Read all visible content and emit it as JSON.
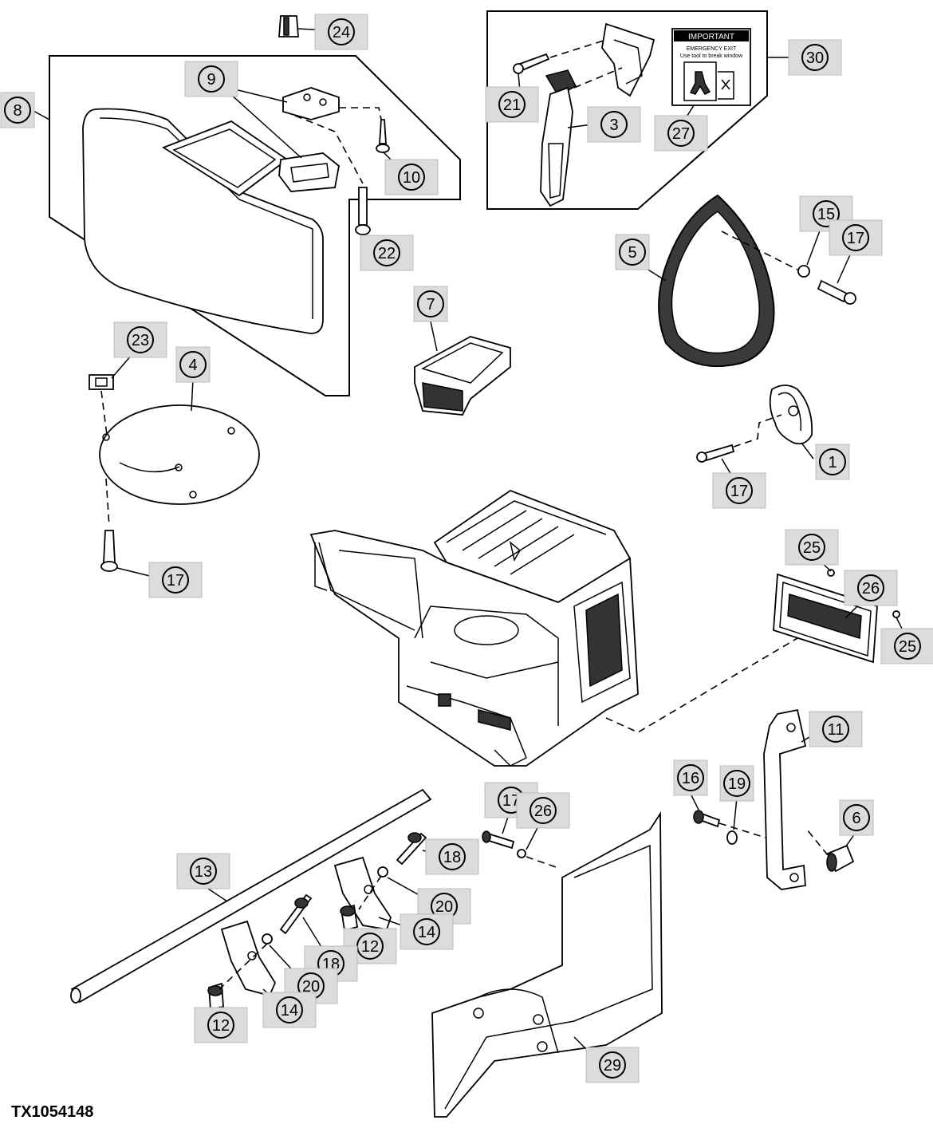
{
  "figure_id": "TX1054148",
  "decal": {
    "header": "IMPORTANT",
    "line1": "EMERGENCY EXIT",
    "line2": "Use tool to break window"
  },
  "callouts": [
    {
      "id": "callout-24",
      "label": "24"
    },
    {
      "id": "callout-8",
      "label": "8"
    },
    {
      "id": "callout-9",
      "label": "9"
    },
    {
      "id": "callout-10",
      "label": "10"
    },
    {
      "id": "callout-22",
      "label": "22"
    },
    {
      "id": "callout-21",
      "label": "21"
    },
    {
      "id": "callout-3",
      "label": "3"
    },
    {
      "id": "callout-27",
      "label": "27"
    },
    {
      "id": "callout-30",
      "label": "30"
    },
    {
      "id": "callout-5",
      "label": "5"
    },
    {
      "id": "callout-15",
      "label": "15"
    },
    {
      "id": "callout-17a",
      "label": "17"
    },
    {
      "id": "callout-7",
      "label": "7"
    },
    {
      "id": "callout-23",
      "label": "23"
    },
    {
      "id": "callout-4",
      "label": "4"
    },
    {
      "id": "callout-1",
      "label": "1"
    },
    {
      "id": "callout-17b",
      "label": "17"
    },
    {
      "id": "callout-17c",
      "label": "17"
    },
    {
      "id": "callout-25a",
      "label": "25"
    },
    {
      "id": "callout-26a",
      "label": "26"
    },
    {
      "id": "callout-25b",
      "label": "25"
    },
    {
      "id": "callout-11",
      "label": "11"
    },
    {
      "id": "callout-16",
      "label": "16"
    },
    {
      "id": "callout-19",
      "label": "19"
    },
    {
      "id": "callout-6",
      "label": "6"
    },
    {
      "id": "callout-17d",
      "label": "17"
    },
    {
      "id": "callout-26b",
      "label": "26"
    },
    {
      "id": "callout-13",
      "label": "13"
    },
    {
      "id": "callout-18a",
      "label": "18"
    },
    {
      "id": "callout-20a",
      "label": "20"
    },
    {
      "id": "callout-14a",
      "label": "14"
    },
    {
      "id": "callout-12a",
      "label": "12"
    },
    {
      "id": "callout-18b",
      "label": "18"
    },
    {
      "id": "callout-20b",
      "label": "20"
    },
    {
      "id": "callout-14b",
      "label": "14"
    },
    {
      "id": "callout-12b",
      "label": "12"
    },
    {
      "id": "callout-29",
      "label": "29"
    }
  ]
}
